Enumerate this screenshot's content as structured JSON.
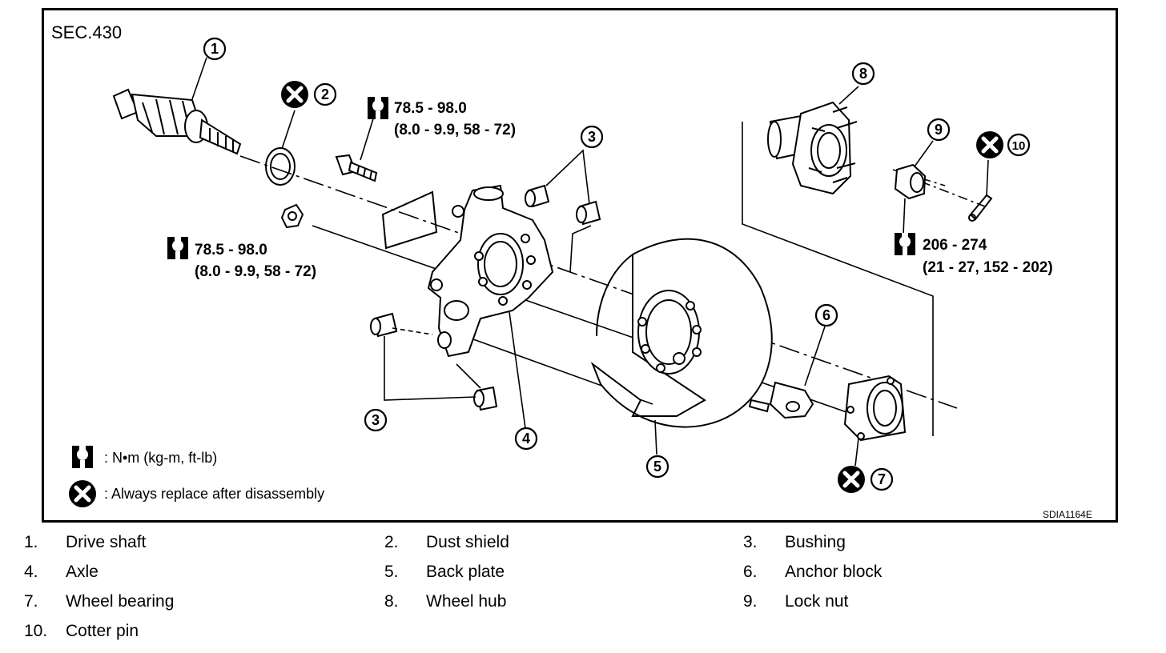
{
  "section_label": "SEC.430",
  "drawing_code": "SDIA1164E",
  "callouts": [
    "1",
    "2",
    "3",
    "3",
    "4",
    "5",
    "6",
    "7",
    "8",
    "9",
    "10"
  ],
  "torque_specs": {
    "upper_bolt": {
      "line1": "78.5 - 98.0",
      "line2": "(8.0 - 9.9, 58 - 72)"
    },
    "lower_nut": {
      "line1": "78.5 - 98.0",
      "line2": "(8.0 - 9.9, 58 - 72)"
    },
    "lock_nut": {
      "line1": "206 - 274",
      "line2": "(21 - 27, 152 - 202)"
    }
  },
  "legend": {
    "torque_unit": ": N•m  (kg-m,  ft-lb)",
    "replace_note": ": Always replace after disassembly"
  },
  "parts": [
    {
      "num": "1.",
      "name": "Drive shaft"
    },
    {
      "num": "2.",
      "name": "Dust shield"
    },
    {
      "num": "3.",
      "name": "Bushing"
    },
    {
      "num": "4.",
      "name": "Axle"
    },
    {
      "num": "5.",
      "name": "Back plate"
    },
    {
      "num": "6.",
      "name": "Anchor block"
    },
    {
      "num": "7.",
      "name": "Wheel bearing"
    },
    {
      "num": "8.",
      "name": "Wheel hub"
    },
    {
      "num": "9.",
      "name": "Lock nut"
    },
    {
      "num": "10.",
      "name": "Cotter pin"
    }
  ]
}
